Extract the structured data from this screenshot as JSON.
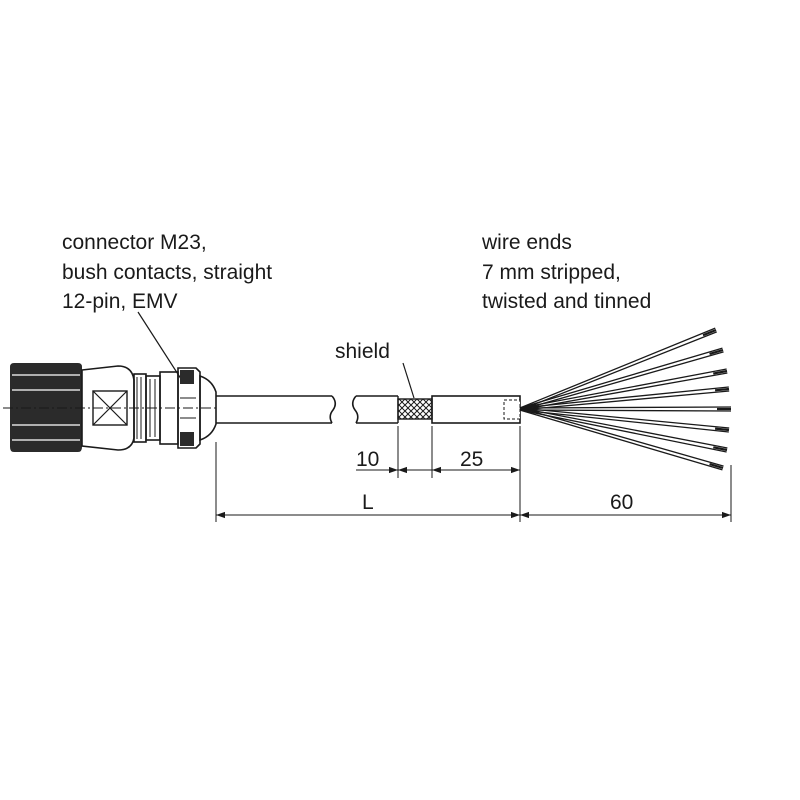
{
  "labels": {
    "connector": [
      "connector M23,",
      "bush contacts, straight",
      "12-pin, EMV"
    ],
    "wire_ends": [
      "wire ends",
      "7 mm stripped,",
      "twisted and tinned"
    ],
    "shield": "shield"
  },
  "dimensions": {
    "d10": "10",
    "d25": "25",
    "length": "L",
    "d60": "60"
  },
  "colors": {
    "line": "#1a1a1a",
    "fill_dark": "#2b2b2b",
    "fill_light": "#ffffff"
  }
}
